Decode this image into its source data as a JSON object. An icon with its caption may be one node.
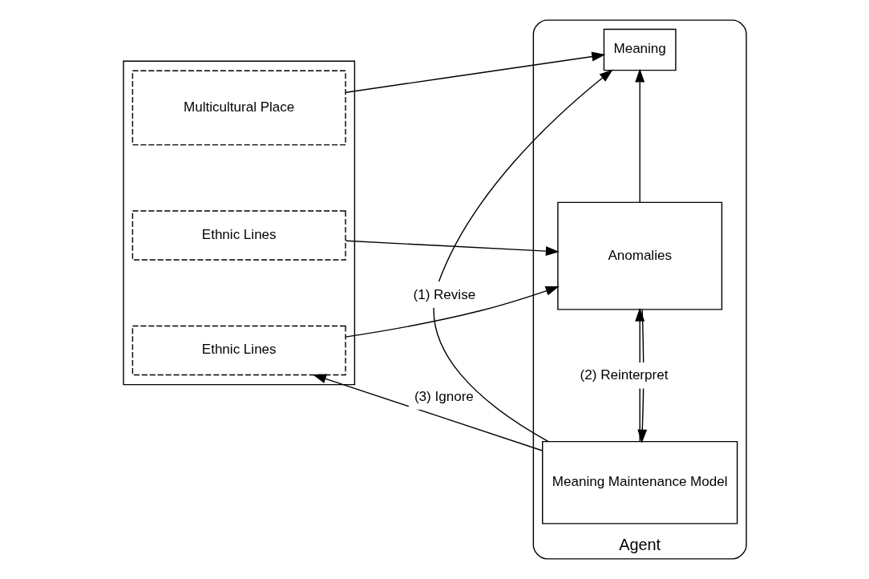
{
  "diagram": {
    "nodes": [
      {
        "text": [],
        "shape": "box"
      },
      {
        "text": [
          "Multicultural Place"
        ],
        "in": 0
      },
      {
        "text": [
          "Ethnic Lines"
        ],
        "in": 0
      },
      {
        "text": [
          "Ethnic Lines"
        ],
        "in": 0
      },
      {
        "text": [
          "Agent"
        ]
      },
      {
        "text": [
          "Meaning"
        ],
        "in": 4
      },
      {
        "text": [
          "Anomalies"
        ],
        "in": 4
      },
      {
        "text": [
          "Meaning Maintenance Model"
        ],
        "in": 4
      }
    ],
    "edges": [
      {
        "from": 1,
        "to": 5,
        "arrow": "to"
      },
      {
        "from": 2,
        "to": 6,
        "arrow": "to"
      },
      {
        "from": 3,
        "to": 6,
        "arrow": "to"
      },
      {
        "from": 6,
        "to": 5,
        "arrow": "to"
      },
      {
        "from": 6,
        "to": 7,
        "arrow": "to"
      },
      {
        "from": 7,
        "to": 5,
        "label": "(1) Revise",
        "arrow": "to"
      },
      {
        "from": 7,
        "to": 6,
        "label": "(2) Reinterpret",
        "arrow": "to"
      },
      {
        "from": 7,
        "to": 3,
        "label": "(3) Ignore",
        "arrow": "to"
      }
    ]
  }
}
